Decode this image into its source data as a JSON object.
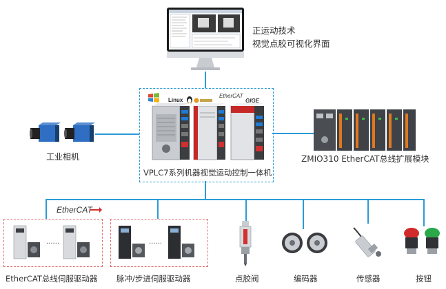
{
  "monitor": {
    "caption_line1": "正运动技术",
    "caption_line2": "视觉点胶可视化界面"
  },
  "controller": {
    "label": "VPLC7系列机器视觉运动控制一体机",
    "logos": [
      "Linux",
      "EtherCAT",
      "GIGE"
    ]
  },
  "camera": {
    "label": "工业相机"
  },
  "expansion": {
    "label": "ZMIO310 EtherCAT总线扩展模块"
  },
  "bus": {
    "ethercat_logo_text": "EtherCAT"
  },
  "devices": [
    {
      "key": "ethercat_servo",
      "label": "EtherCAT总线伺服驱动器"
    },
    {
      "key": "pulse_servo",
      "label": "脉冲/步进伺服驱动器"
    },
    {
      "key": "dispense_valve",
      "label": "点胶阀"
    },
    {
      "key": "encoder",
      "label": "编码器"
    },
    {
      "key": "sensor",
      "label": "传感器"
    },
    {
      "key": "button",
      "label": "按钮"
    }
  ],
  "colors": {
    "line": "#2b9bd4",
    "accent_red": "#d03030"
  }
}
